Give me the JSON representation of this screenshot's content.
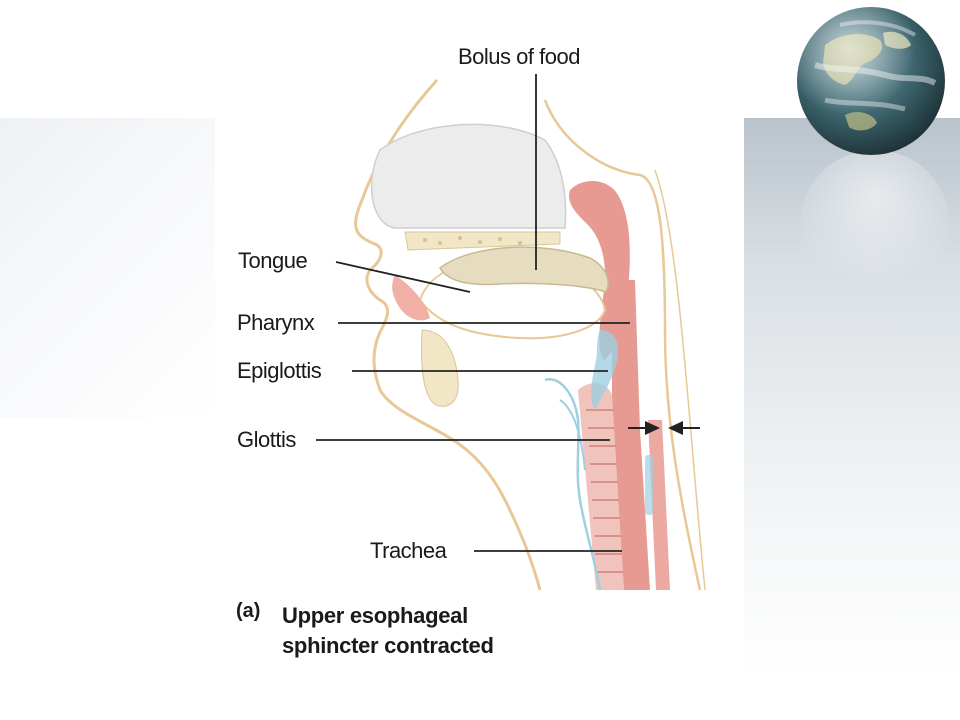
{
  "labels": {
    "bolus": "Bolus of food",
    "tongue": "Tongue",
    "pharynx": "Pharynx",
    "epiglottis": "Epiglottis",
    "glottis": "Glottis",
    "trachea": "Trachea"
  },
  "caption": {
    "panel_letter": "(a)",
    "line1": "Upper esophageal",
    "line2": "sphincter contracted"
  },
  "icons": {
    "globe": "globe-icon",
    "sphincter_arrows": "contraction-arrows-icon"
  },
  "colors": {
    "tissue_pink": "#e79a92",
    "bolus_tan": "#e6dcc0",
    "nasal_gray": "#ececec",
    "outline_tan": "#e8c896",
    "cartilage_blue": "#9fd0e0",
    "leader_line": "#222222"
  }
}
